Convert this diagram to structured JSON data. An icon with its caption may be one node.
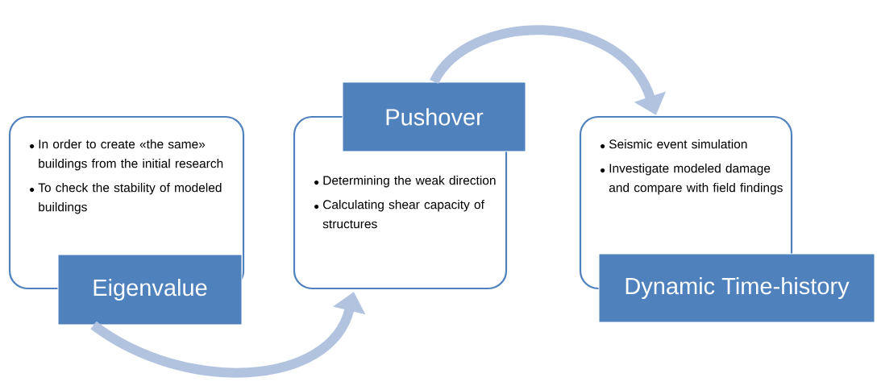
{
  "diagram": {
    "nodes": [
      {
        "text": [
          "In order to create «the same» buildings from the initial research",
          "To check the stability of modeled buildings"
        ]
      },
      {
        "text": [
          "Eigenvalue"
        ]
      },
      {
        "text": [
          "Pushover"
        ]
      },
      {
        "text": [
          "Determining the weak direction",
          "Calculating shear capacity of structures"
        ]
      },
      {
        "text": [
          "Seismic event simulation",
          "Investigate modeled damage and compare with field findings"
        ]
      },
      {
        "text": [
          "Dynamic Time-history"
        ]
      }
    ],
    "edges": [
      {
        "from": 1,
        "to": 3,
        "arrow": "to"
      },
      {
        "from": 2,
        "to": 4,
        "arrow": "to"
      }
    ]
  }
}
